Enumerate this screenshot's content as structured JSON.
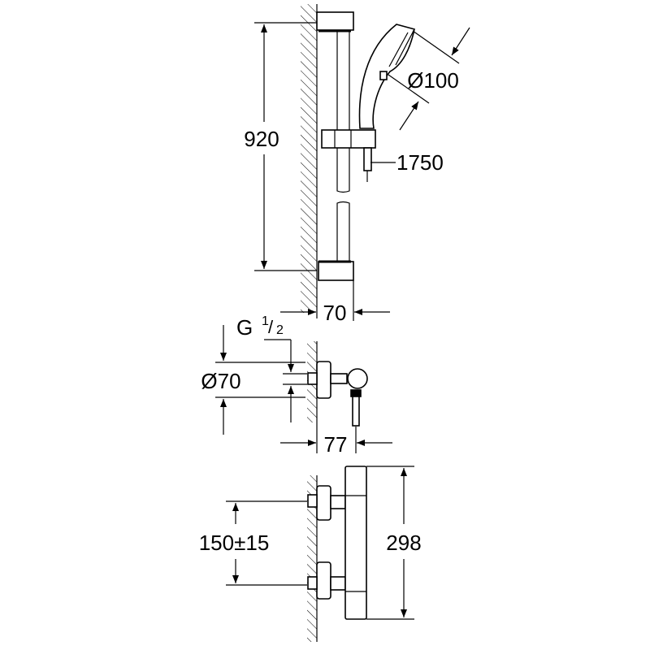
{
  "drawing": {
    "shower_rail": {
      "rail_height": "920",
      "head_diameter": "Ø100",
      "hose_length": "1750",
      "wall_projection": "70"
    },
    "valve_side": {
      "thread_prefix": "G",
      "thread_num": "1",
      "thread_den": "2",
      "escutcheon_diameter": "Ø70",
      "outlet_projection": "77"
    },
    "valve_front": {
      "inlet_spacing": "150±15",
      "body_height": "298"
    }
  }
}
